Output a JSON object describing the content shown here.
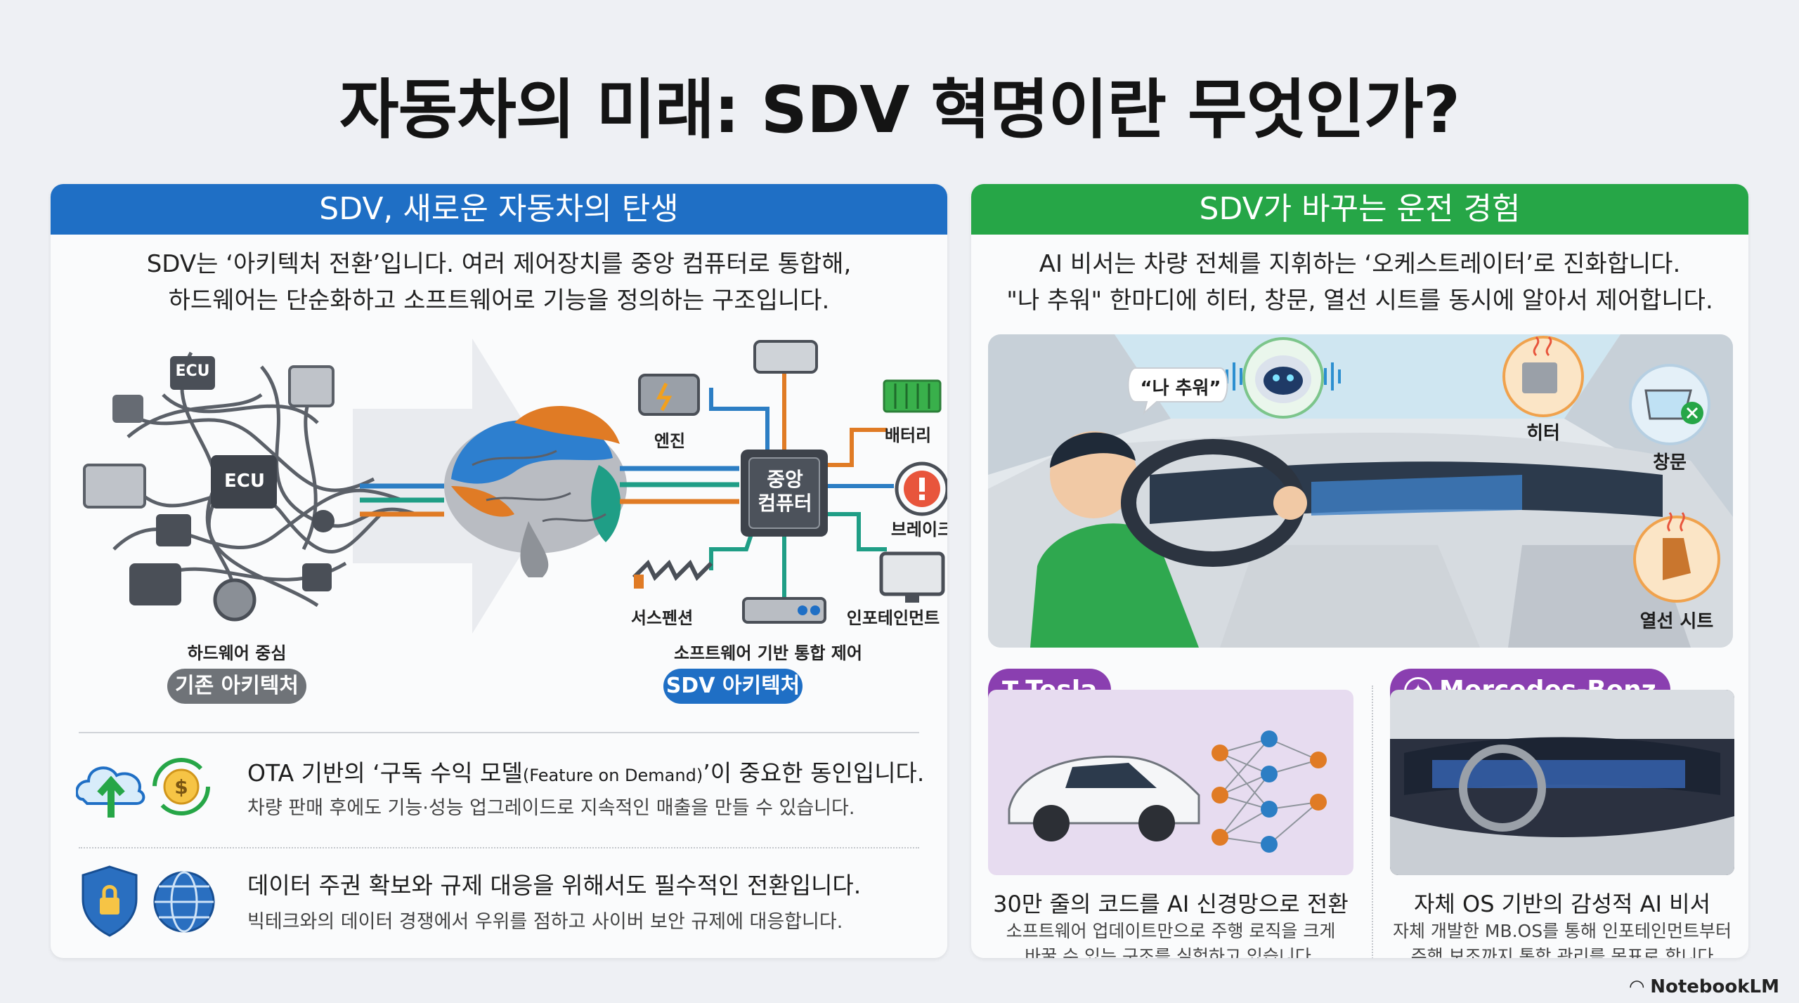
{
  "title": "자동차의 미래: SDV 혁명이란 무엇인가?",
  "left": {
    "header": "SDV, 새로운 자동차의 탄생",
    "intro_line1": "SDV는 ‘아키텍처 전환’입니다. 여러 제어장치를 중앙 컴퓨터로 통합해,",
    "intro_line2": "하드웨어는 단순화하고 소프트웨어로 기능을 정의하는 구조입니다.",
    "ecu_label_top": "ECU",
    "ecu_label_center": "ECU",
    "hw_caption": "하드웨어 중심",
    "hw_pill": "기존 아키텍처",
    "central_label_line1": "중앙",
    "central_label_line2": "컴퓨터",
    "components": {
      "engine": "엔진",
      "battery": "배터리",
      "brake": "브레이크",
      "suspension": "서스펜션",
      "infotainment": "인포테인먼트"
    },
    "sw_caption": "소프트웨어 기반 통합 제어",
    "sw_pill": "SDV 아키텍처",
    "row1_main_a": "OTA 기반의 ‘구독 수익 모델",
    "row1_main_small": "(Feature on Demand)",
    "row1_main_b": "’이 중요한 동인입니다.",
    "row1_sub": "차량 판매 후에도 기능·성능 업그레이드로 지속적인 매출을 만들 수 있습니다.",
    "row2_main": "데이터 주권 확보와 규제 대응을 위해서도 필수적인 전환입니다.",
    "row2_sub": "빅테크와의 데이터 경쟁에서 우위를 점하고 사이버 보안 규제에 대응합니다."
  },
  "right": {
    "header": "SDV가 바꾸는 운전 경험",
    "intro_line1": "AI 비서는 차량 전체를 지휘하는 ‘오케스트레이터’로 진화합니다.",
    "intro_line2": "\"나 추워\" 한마디에 히터, 창문, 열선 시트를 동시에 알아서 제어합니다.",
    "speech": "“나 추워”",
    "heater": "히터",
    "window": "창문",
    "seat": "열선 시트",
    "tesla": {
      "brand": "Tesla",
      "title": "30만 줄의 코드를 AI 신경망으로 전환",
      "desc_line1": "소프트웨어 업데이트만으로 주행 로직을 크게",
      "desc_line2": "바꿀 수 있는 구조를 실험하고 있습니다."
    },
    "mercedes": {
      "brand": "Mercedes-Benz",
      "title": "자체 OS 기반의 감성적 AI 비서",
      "desc_line1": "자체 개발한 MB.OS를 통해 인포테인먼트부터",
      "desc_line2": "주행 보조까지 통합 관리를 목표로 합니다"
    }
  },
  "footer": "NotebookLM",
  "colors": {
    "left_header": "#1f6fc5",
    "right_header": "#26a647",
    "tesla_tab": "#8a3fb0",
    "mercedes_tab": "#8a3fb0",
    "pill_grey": "#6f7378",
    "pill_blue": "#1f6fc5"
  },
  "icons": [
    "ecu-chip-icon",
    "brain-icon",
    "cpu-chip-icon",
    "engine-icon",
    "battery-icon",
    "brake-warning-icon",
    "spring-icon",
    "monitor-icon",
    "cloud-upload-icon",
    "dollar-cycle-icon",
    "shield-lock-icon",
    "globe-icon",
    "robot-icon",
    "heater-icon",
    "window-icon",
    "heated-seat-icon",
    "tesla-logo-icon",
    "mercedes-star-icon",
    "neural-network-icon",
    "notebooklm-logo-icon"
  ]
}
